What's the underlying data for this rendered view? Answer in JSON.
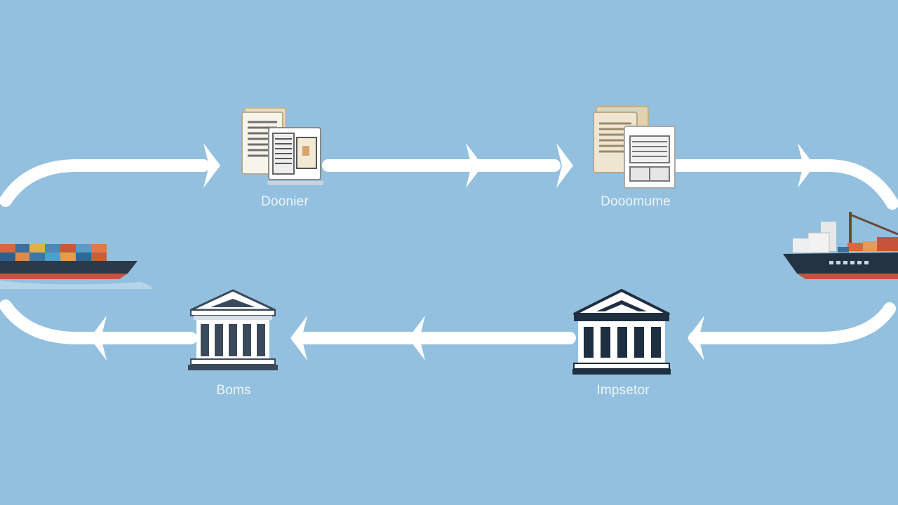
{
  "colors": {
    "background": "#93c0de",
    "flow_arrow": "#ffffff",
    "ship_hull": "#2b3a4a",
    "ship_hull_bottom": "#c0563f",
    "building": "#ffffff",
    "building_dark": "#3a4a5c"
  },
  "nodes": {
    "document_1": {
      "label": "Doonier",
      "icon": "documents-icon"
    },
    "document_2": {
      "label": "Dooomume",
      "icon": "documents-icon"
    },
    "bank_1": {
      "label": "Boms",
      "icon": "bank-icon"
    },
    "bank_2": {
      "label": "Impsetor",
      "icon": "bank-icon"
    },
    "ship_left": {
      "icon": "cargo-ship-icon"
    },
    "ship_right": {
      "icon": "cargo-ship-icon"
    }
  },
  "flows": {
    "top_direction": "left-to-right",
    "bottom_direction": "right-to-left"
  }
}
